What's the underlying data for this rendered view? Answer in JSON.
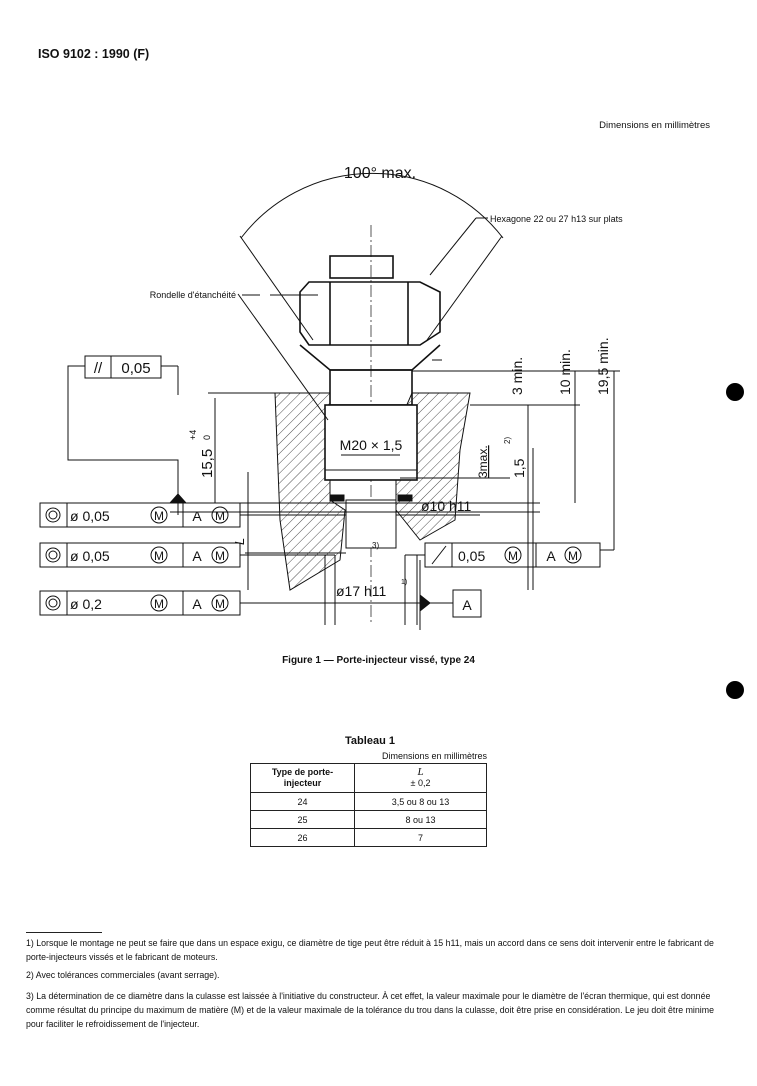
{
  "header": {
    "standard": "ISO 9102 : 1990 (F)",
    "units_note": "Dimensions en millimètres"
  },
  "figure": {
    "caption": "Figure 1 — Porte-injecteur vissé, type 24",
    "labels": {
      "angle": "100° max.",
      "hexagon": "Hexagone 22 ou 27 h13 sur plats",
      "washer": "Rondelle d'étanchéité",
      "thread": "M20 × 1,5",
      "dim_15_5": "15,5",
      "dim_15_5_tol_upper": "+4",
      "dim_15_5_tol_lower": "0",
      "dim_L": "L",
      "dim_3min": "3 min.",
      "dim_10min": "10 min.",
      "dim_19_5min": "19,5 min.",
      "dim_3max": "3max.",
      "dim_1_5": "1,5",
      "dim_1_5_note": "2)",
      "dia_10": "ø10 h11",
      "dia_17": "ø17 h11",
      "dia_17_note": "1)",
      "note_3": "3)",
      "datum": "A"
    },
    "parallelism_frame": {
      "symbol": "//",
      "value": "0,05"
    },
    "concentricity_frames": [
      {
        "symbol": "◎",
        "value": "ø 0,05",
        "modifier": "M",
        "datum": "A",
        "datum_modifier": "M"
      },
      {
        "symbol": "◎",
        "value": "ø 0,05",
        "modifier": "M",
        "datum": "A",
        "datum_modifier": "M"
      },
      {
        "symbol": "◎",
        "value": "ø 0,2",
        "modifier": "M",
        "datum": "A",
        "datum_modifier": "M"
      }
    ],
    "runout_frame": {
      "symbol": "↗",
      "value": "0,05",
      "modifier": "M",
      "datum": "A",
      "datum_modifier": "M"
    }
  },
  "table": {
    "title": "Tableau 1",
    "units_note": "Dimensions en millimètres",
    "headers": [
      "Type de porte-injecteur",
      "L",
      "± 0,2"
    ],
    "rows": [
      [
        "24",
        "3,5 ou 8 ou 13"
      ],
      [
        "25",
        "8 ou 13"
      ],
      [
        "26",
        "7"
      ]
    ]
  },
  "footnotes": [
    "1)   Lorsque le montage ne peut se faire que dans un espace exigu, ce diamètre de tige peut être réduit à 15 h11, mais un accord dans ce sens doit intervenir entre le fabricant de porte-injecteurs vissés et le fabricant de moteurs.",
    "2)   Avec tolérances commerciales (avant serrage).",
    "3)   La détermination de ce diamètre dans la culasse est laissée à l'initiative du constructeur. À cet effet, la valeur maximale pour le diamètre de l'écran thermique, qui est donnée comme résultat du principe du maximum de matière (M) et de la valeur maximale de la tolérance du trou dans la culasse, doit être prise en considération. Le jeu doit être minime pour faciliter le refroidissement de l'injecteur."
  ]
}
